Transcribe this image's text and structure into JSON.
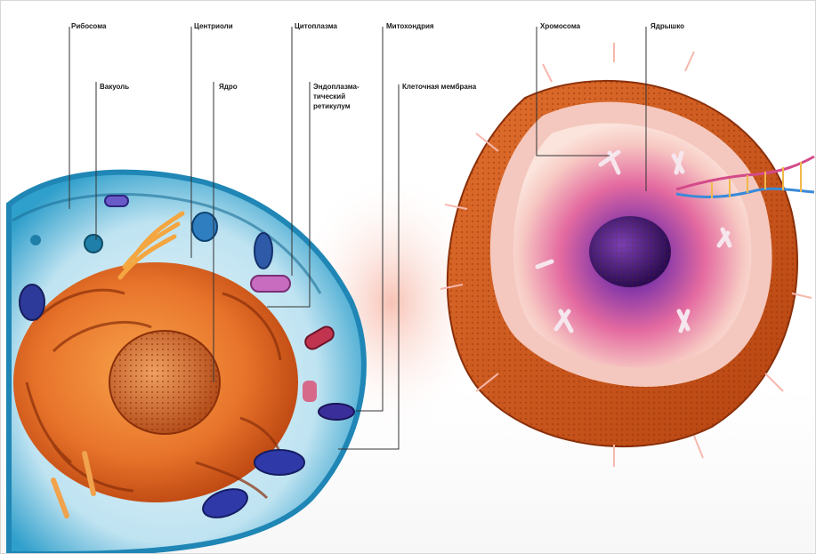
{
  "labels": {
    "ribosome": "Рибосома",
    "vacuole": "Вакуоль",
    "centrioles": "Центриоли",
    "nucleus": "Ядро",
    "cytoplasm": "Цитоплазма",
    "er": "Эндоплазма-\nтический\nретикулум",
    "mitochondria": "Митохондрия",
    "cell_membrane": "Клеточная мембрана",
    "chromosome": "Хромосома",
    "nucleolus": "Ядрышко"
  },
  "colors": {
    "cytoplasm_blue": "#2aa3cf",
    "nucleus_orange": "#d9541b",
    "nucleolus_purple": "#5a1f8a",
    "membrane_pink": "#f3b6a6"
  }
}
